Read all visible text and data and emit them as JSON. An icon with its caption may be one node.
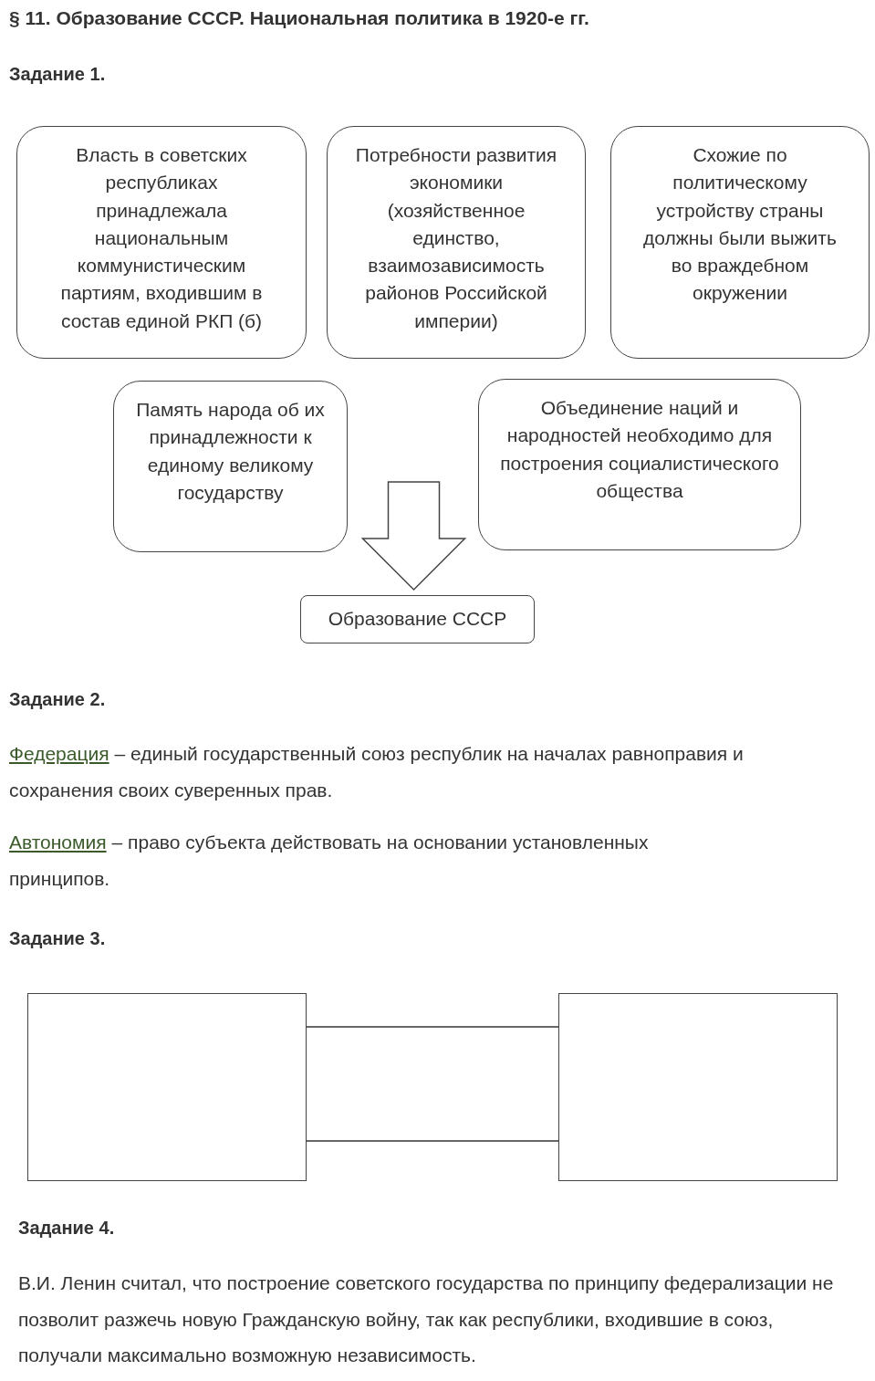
{
  "diagram": {
    "title": "§ 11. Образование СССР. Национальная политика в 1920-е гг.",
    "nodes": [
      {
        "text": [
          "Власть в советских республиках принадлежала национальным коммунистическим партиям, входившим в состав единой РКП (б)"
        ]
      },
      {
        "text": [
          "Потребности развития экономики (хозяйственное единство, взаимозависимость районов Российской империи)"
        ]
      },
      {
        "text": [
          "Схожие по политическому устройству страны должны были выжить во враждебном окружении"
        ]
      },
      {
        "text": [
          "Память народа об их принадлежности к единому великому государству"
        ]
      },
      {
        "text": [
          "Объединение наций и народностей необходимо для построения социалистического общества"
        ]
      },
      {
        "text": [
          "Образование СССР"
        ]
      },
      {
        "text": [],
        "shape": "box"
      },
      {
        "text": [],
        "shape": "box"
      }
    ],
    "edges": [
      {
        "from": null,
        "to": 5,
        "arrow": "to"
      },
      {
        "from": 6,
        "to": 7,
        "arrow": "none"
      },
      {
        "from": 6,
        "to": 7,
        "arrow": "none"
      }
    ],
    "labels": [
      "Задание 1.",
      "Задание 2.",
      "Федерация",
      "– единый государственный союз республик на началах равноправия и сохранения своих суверенных прав.",
      "Автономия",
      "– право субъекта действовать на основании установленных принципов.",
      "Задание 3.",
      "Задание 4.",
      "В.И. Ленин считал, что построение советского государства по принципу федерализации не позволит разжечь новую Гражданскую войну, так как республики, входившие в союз, получали максимально возможную независимость."
    ]
  }
}
